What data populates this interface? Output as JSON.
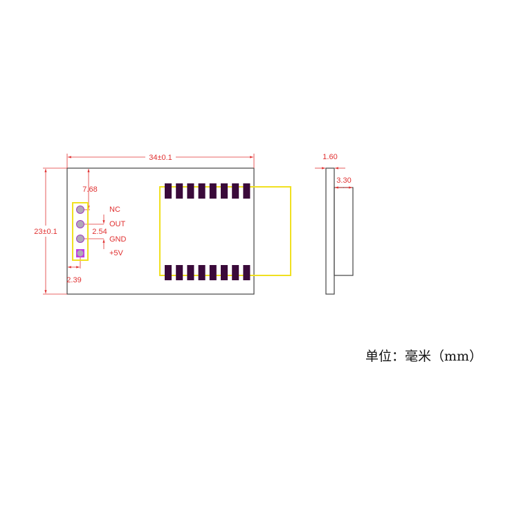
{
  "front_view": {
    "width_dim": "34±0.1",
    "height_dim": "23±0.1",
    "header_offset_dim": "7.68",
    "pin_pitch_dim": "2.54",
    "edge_offset_dim": "2.39",
    "pins": [
      "NC",
      "OUT",
      "GND",
      "+5V"
    ],
    "pad_count": 8
  },
  "side_view": {
    "board_thickness_dim": "1.60",
    "module_thickness_dim": "3.30"
  },
  "unit_note": "单位：毫米（mm）",
  "colors": {
    "dimension": "#e03030",
    "outline": "#444444",
    "silkscreen": "#f0e020",
    "pad": "#3a0a3a",
    "pin": "#b0a8b8",
    "pin_ring": "#a040c0"
  }
}
